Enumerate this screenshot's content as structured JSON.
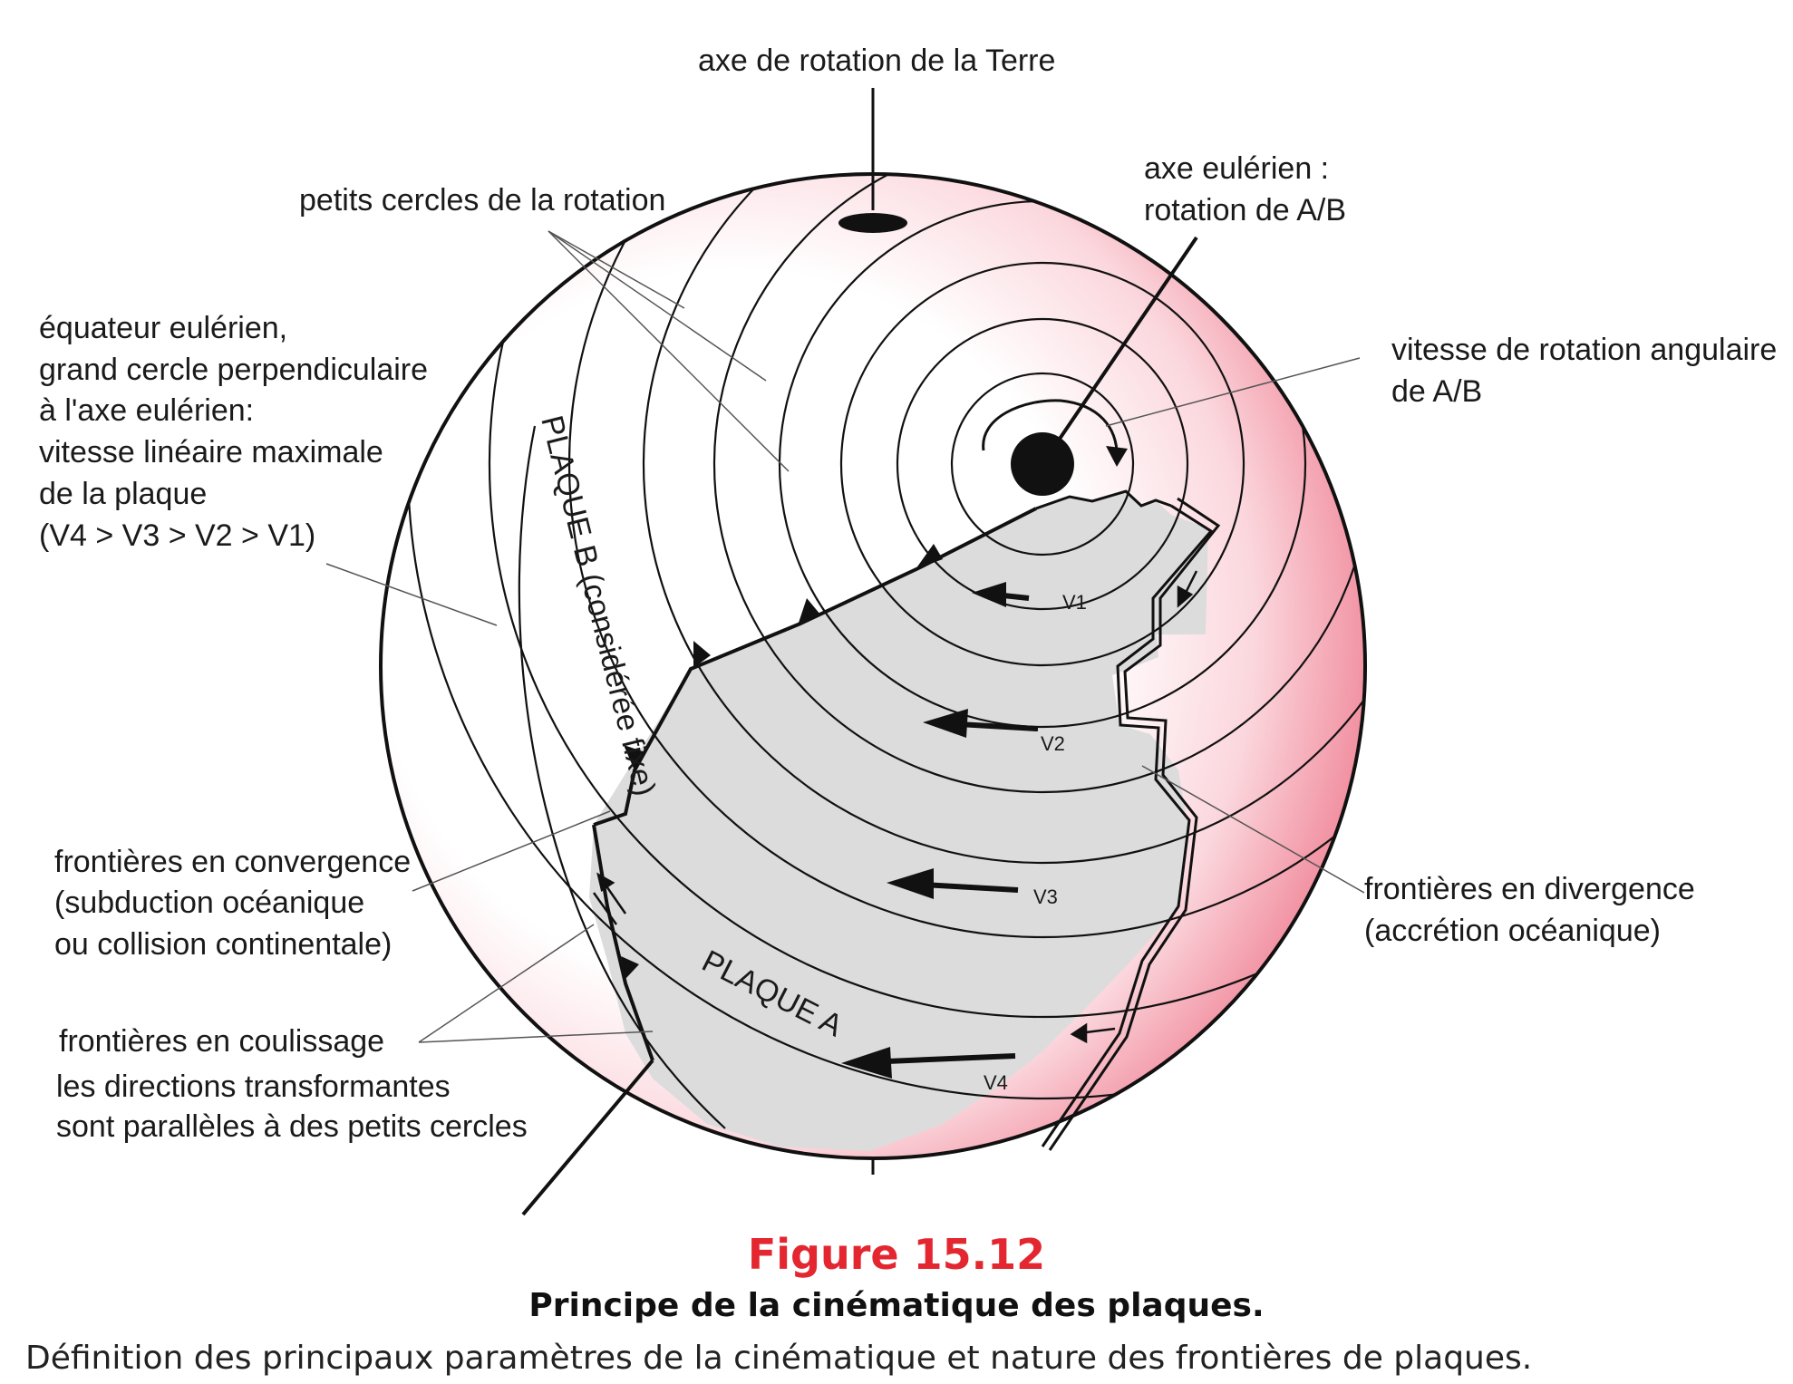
{
  "labels": {
    "earth_axis": "axe de rotation de la Terre",
    "small_circles": "petits cercles de la rotation",
    "euler_axis": [
      "axe eulérien :",
      "rotation de A/B"
    ],
    "angular_velocity": [
      "vitesse de rotation angulaire",
      "de A/B"
    ],
    "euler_equator": [
      "équateur eulérien,",
      "grand cercle perpendiculaire",
      "à l'axe eulérien:",
      "vitesse linéaire maximale",
      "de la plaque",
      "(V4  > V3  > V2  > V1)"
    ],
    "plate_b": "PLAQUE B (considérée fixe)",
    "plate_a": "PLAQUE A",
    "convergence": [
      "frontières en convergence",
      "(subduction océanique",
      "ou collision continentale)"
    ],
    "divergence": [
      "frontières en divergence",
      "(accrétion océanique)"
    ],
    "transform": [
      "frontières en coulissage",
      "les directions transformantes",
      "sont parallèles à des petits cercles"
    ],
    "velocities": [
      "V1",
      "V2",
      "V3",
      "V4"
    ]
  },
  "figure": {
    "number": "Figure 15.12",
    "title": "Principe de la cinématique des plaques.",
    "caption": "Définition des principaux paramètres de la cinématique et nature des frontières de plaques."
  },
  "colors": {
    "figure_number": "#e3262f",
    "ink": "#111111",
    "plate_a_fill": "#dcdcdc",
    "sphere_tint": "#f0889a"
  }
}
